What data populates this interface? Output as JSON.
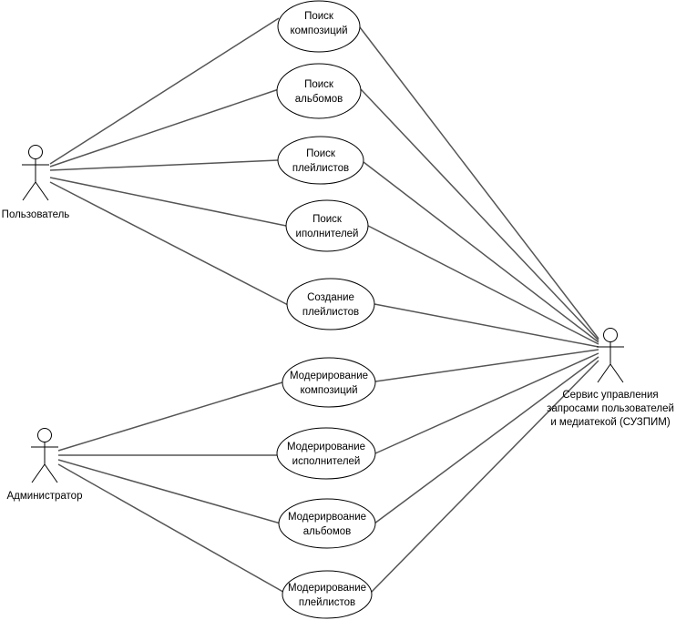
{
  "actors": {
    "user": {
      "label": "Пользователь"
    },
    "admin": {
      "label": "Администратор"
    },
    "service": {
      "label_lines": [
        "Сервис управления",
        "запросами пользователей",
        "и медиатекой (СУЗПИМ)"
      ]
    }
  },
  "use_cases": {
    "search_tracks": [
      "Поиск",
      "композиций"
    ],
    "search_albums": [
      "Поиск",
      "альбомов"
    ],
    "search_playlists": [
      "Поиск",
      "плейлистов"
    ],
    "search_artists": [
      "Поиск",
      "иполнителей"
    ],
    "create_playlists": [
      "Создание",
      "плейлистов"
    ],
    "moderate_tracks": [
      "Модерирование",
      "композиций"
    ],
    "moderate_artists": [
      "Модерирование",
      "исполнителей"
    ],
    "moderate_albums": [
      "Модерирвоание",
      "альбомов"
    ],
    "moderate_playlists": [
      "Модерирование",
      "плейлистов"
    ]
  }
}
